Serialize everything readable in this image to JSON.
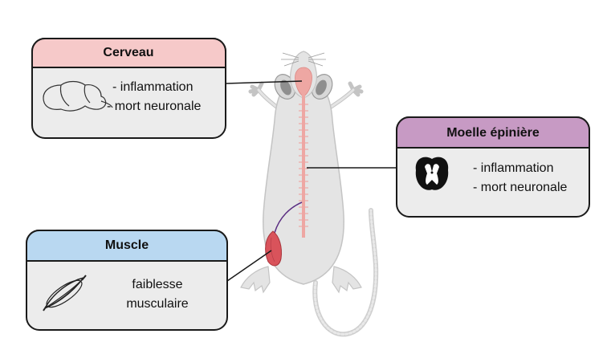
{
  "callouts": {
    "brain": {
      "title": "Cerveau",
      "line1": "- inflammation",
      "line2": "- mort neuronale",
      "header_color": "#f6c9c9",
      "icon": "brain-icon"
    },
    "spinal_cord": {
      "title": "Moelle épinière",
      "line1": "- inflammation",
      "line2": "- mort neuronale",
      "header_color": "#c79ac4",
      "icon": "spinal-cord-section-icon"
    },
    "muscle": {
      "title": "Muscle",
      "line1": "faiblesse",
      "line2": "musculaire",
      "header_color": "#b9d8f1",
      "icon": "muscle-icon"
    }
  },
  "colors": {
    "mouse_body": "#e4e4e4",
    "mouse_outline": "#c4c4c4",
    "nervous_system": "#eea7a3",
    "sciatic_nerve": "#5a2d82",
    "muscle_tissue": "#d9535b",
    "box_fill": "#ececec"
  }
}
